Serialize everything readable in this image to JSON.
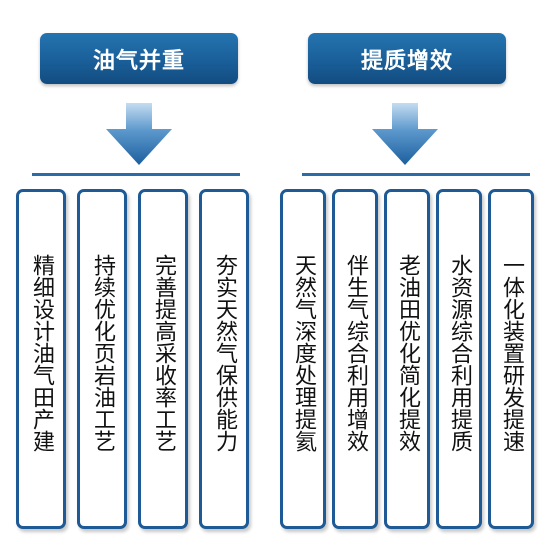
{
  "groups": [
    {
      "title": "油气并重",
      "items": [
        "精细设计油气田产建",
        "持续优化页岩油工艺",
        "完善提高采收率工艺",
        "夯实天然气保供能力"
      ]
    },
    {
      "title": "提质增效",
      "items": [
        "天然气深度处理提氦",
        "伴生气综合利用增效",
        "老油田优化简化提效",
        "水资源综合利用提质",
        "一体化装置研发提速"
      ]
    }
  ],
  "colors": {
    "header_fill": "#1a5f99",
    "card_border": "#1d5a96",
    "rule": "#2b6ca8",
    "arrow_light": "#9cc4e6",
    "arrow_dark": "#1c5f9e"
  }
}
